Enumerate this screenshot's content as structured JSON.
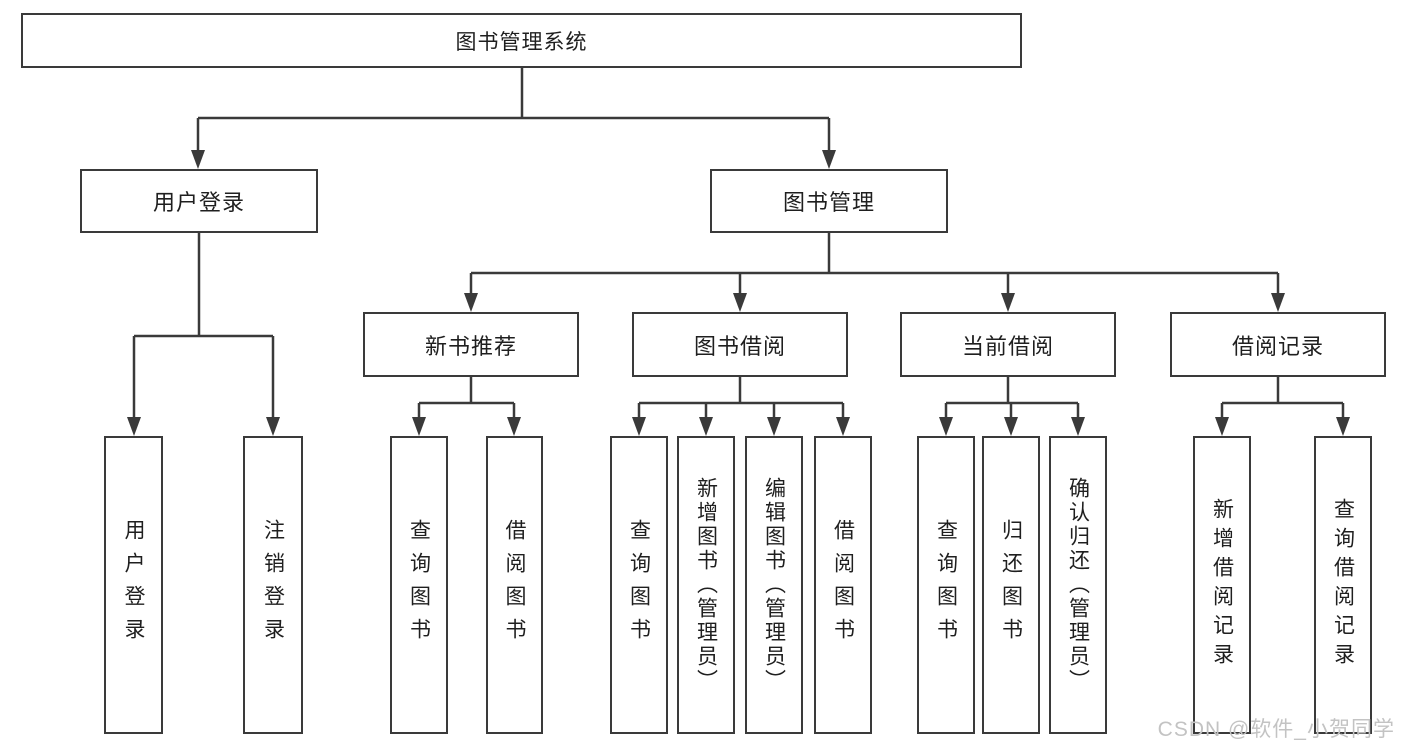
{
  "page": {
    "background": "#ffffff",
    "line_color": "#3a3a3a",
    "border_color": "#3a3a3a",
    "text_color": "#1f1f1f",
    "watermark_color": "#c3c3c3"
  },
  "watermark": "CSDN @软件_小贺同学",
  "tree": {
    "root": {
      "label": "图书管理系统",
      "children": [
        {
          "label": "用户登录",
          "children": [
            {
              "label": "用户登录"
            },
            {
              "label": "注销登录"
            }
          ]
        },
        {
          "label": "图书管理",
          "children": [
            {
              "label": "新书推荐",
              "children": [
                {
                  "label": "查询图书"
                },
                {
                  "label": "借阅图书"
                }
              ]
            },
            {
              "label": "图书借阅",
              "children": [
                {
                  "label": "查询图书"
                },
                {
                  "label": "新增图书（管理员）"
                },
                {
                  "label": "编辑图书（管理员）"
                },
                {
                  "label": "借阅图书"
                }
              ]
            },
            {
              "label": "当前借阅",
              "children": [
                {
                  "label": "查询图书"
                },
                {
                  "label": "归还图书"
                },
                {
                  "label": "确认归还（管理员）"
                }
              ]
            },
            {
              "label": "借阅记录",
              "children": [
                {
                  "label": "新增借阅记录"
                },
                {
                  "label": "查询借阅记录"
                }
              ]
            }
          ]
        }
      ]
    }
  }
}
